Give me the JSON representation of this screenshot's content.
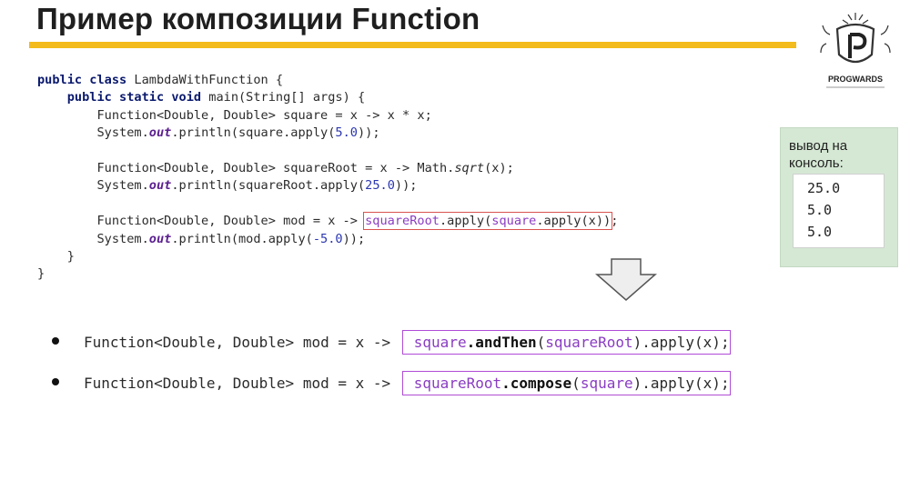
{
  "title": "Пример композиции Function",
  "logo": {
    "text": "PROGWARDS",
    "icon": "progwards-shield-logo"
  },
  "code": {
    "l1_kw": "public class",
    "l1_rest": " LambdaWithFunction {",
    "l2_kw": "public static void",
    "l2_rest": " main(String[] args) {",
    "l3": "Function<Double, Double> square = x -> x * x;",
    "l4_a": "System.",
    "l4_fld": "out",
    "l4_b": ".println(square.apply(",
    "l4_num": "5.0",
    "l4_c": "));",
    "l5": "Function<Double, Double> squareRoot = x -> Math.",
    "l5_mth": "sqrt",
    "l5_end": "(x);",
    "l6_a": "System.",
    "l6_fld": "out",
    "l6_b": ".println(squareRoot.apply(",
    "l6_num": "25.0",
    "l6_c": "));",
    "l7_pre": "Function<Double, Double> mod = x -> ",
    "l7_hl_ref1": "squareRoot",
    "l7_hl_mid": ".apply(",
    "l7_hl_ref2": "square",
    "l7_hl_end": ".apply(x))",
    "l7_post": ";",
    "l8_a": "System.",
    "l8_fld": "out",
    "l8_b": ".println(mod.apply(",
    "l8_num": "-5.0",
    "l8_c": "));",
    "l9": "}",
    "l10": "}"
  },
  "console": {
    "title_line1": "вывод на",
    "title_line2": "консоль:",
    "lines": [
      "25.0",
      "5.0",
      "5.0"
    ]
  },
  "alternatives": [
    {
      "prefix": "Function<Double, Double> mod = x -> ",
      "ref1": "square",
      "method": ".andThen",
      "open": "(",
      "ref2": "squareRoot",
      "tail": ").apply(x);"
    },
    {
      "prefix": "Function<Double, Double> mod = x -> ",
      "ref1": "squareRoot",
      "method": ".compose",
      "open": "(",
      "ref2": "square",
      "tail": ").apply(x);"
    }
  ],
  "colors": {
    "title_bar": "#f3bb1b",
    "console_bg": "#d5e8d4",
    "highlight_red": "#d9534f",
    "highlight_purple": "#b04cd6"
  }
}
